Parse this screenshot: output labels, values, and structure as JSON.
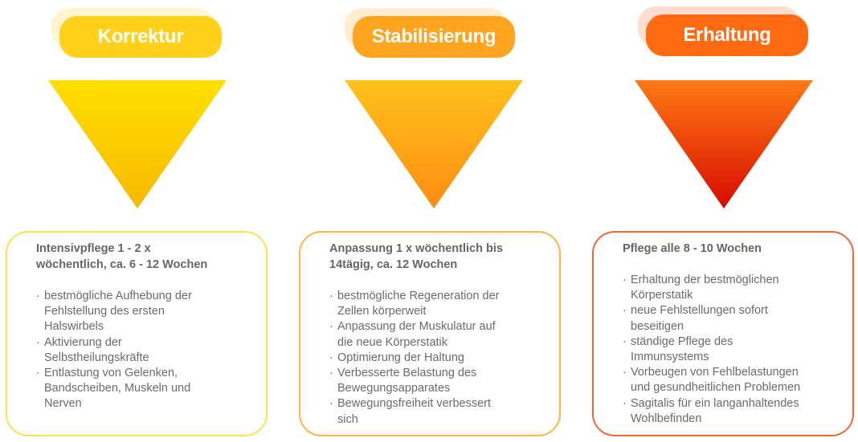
{
  "columns": [
    {
      "title": "Korrektur",
      "colors": {
        "pill": "#FFD11A",
        "pill_shadow": "#FFE57A",
        "tri_top": "#FFE000",
        "tri_bottom": "#F8B800",
        "border": "#FFE24A"
      },
      "card_title": "Intensivpflege 1 - 2 x\nwöchentlich, ca. 6 - 12 Wochen",
      "items": [
        "bestmögliche Aufhebung der\nFehlstellung des ersten\nHalswirbels",
        "Aktivierung der\nSelbstheilungskräfte",
        "Entlastung von Gelenken,\nBandscheiben, Muskeln und\nNerven"
      ]
    },
    {
      "title": "Stabilisierung",
      "colors": {
        "pill": "#FFA41F",
        "pill_shadow": "#FFC97A",
        "tri_top": "#FFC21A",
        "tri_bottom": "#FF8C14",
        "border": "#FFB447"
      },
      "card_title": "Anpassung 1 x wöchentlich bis\n14tägig, ca. 12 Wochen",
      "items": [
        "bestmögliche Regeneration der\nZellen körperweit",
        "Anpassung der Muskulatur auf\ndie neue Körperstatik",
        "Optimierung der Haltung",
        "Verbesserte Belastung des\nBewegungsapparates",
        "Bewegungsfreiheit verbessert\nsich"
      ]
    },
    {
      "title": "Erhaltung",
      "colors": {
        "pill": "#FF6A12",
        "pill_shadow": "#FFA07A",
        "tri_top": "#FF7A14",
        "tri_bottom": "#D80A00",
        "border": "#F06A30"
      },
      "card_title": "Pflege alle 8 - 10 Wochen",
      "items": [
        "Erhaltung der bestmöglichen\nKörperstatik",
        "neue Fehlstellungen sofort\nbeseitigen",
        "ständige Pflege des\nImmunsystems",
        "Vorbeugen von Fehlbelastungen\nund gesundheitlichen Problemen",
        "Sagitalis für ein langanhaltendes\nWohlbefinden"
      ]
    }
  ]
}
